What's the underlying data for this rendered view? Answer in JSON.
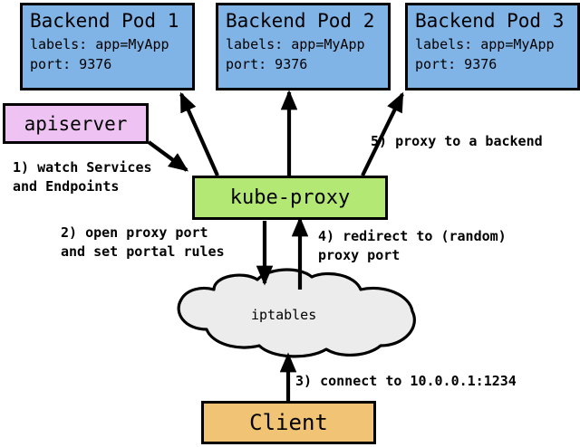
{
  "diagram": {
    "title": "kube-proxy services iptables flow",
    "background": "#ffffff",
    "colors": {
      "pod": "#80b3e6",
      "apiserver": "#eec3f4",
      "kube_proxy": "#b2e873",
      "client": "#f0c375",
      "cloud": "#ececec",
      "stroke": "#000000"
    }
  },
  "pods": [
    {
      "title": "Backend Pod 1",
      "labels_line": "labels: app=MyApp",
      "port_line": "port: 9376"
    },
    {
      "title": "Backend Pod 2",
      "labels_line": "labels: app=MyApp",
      "port_line": "port: 9376"
    },
    {
      "title": "Backend Pod 3",
      "labels_line": "labels: app=MyApp",
      "port_line": "port: 9376"
    }
  ],
  "nodes": {
    "apiserver": "apiserver",
    "kube_proxy": "kube-proxy",
    "iptables": "iptables",
    "client": "Client"
  },
  "steps": {
    "step1_line1": "1) watch Services",
    "step1_line2": "and Endpoints",
    "step2_line1": "2) open proxy port",
    "step2_line2": "and set portal rules",
    "step3": "3) connect to 10.0.0.1:1234",
    "step4_line1": "4) redirect to (random)",
    "step4_line2": "proxy port",
    "step5": "5) proxy to a backend"
  }
}
